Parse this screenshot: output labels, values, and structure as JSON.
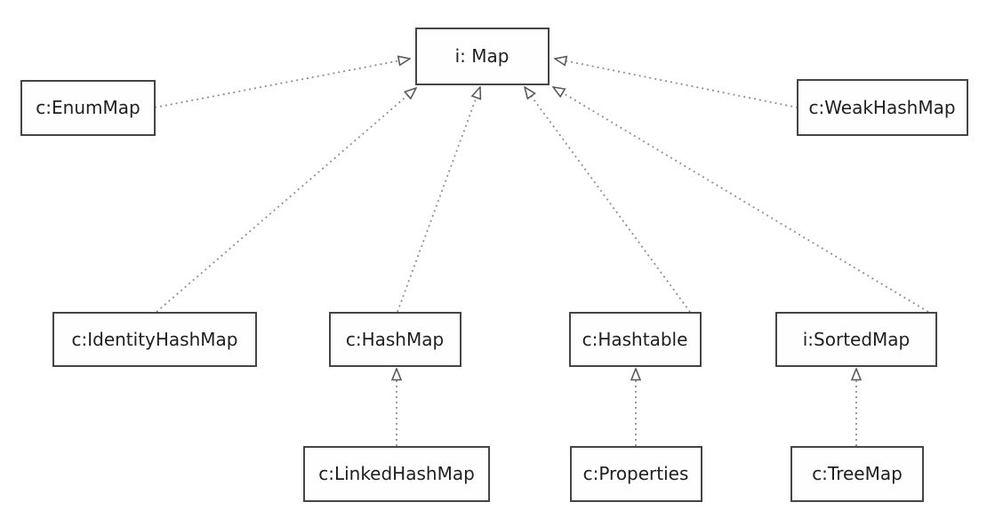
{
  "diagram": {
    "type": "uml-class-hierarchy",
    "subject": "Java Map interface hierarchy",
    "nodes": {
      "map": {
        "label": "i: Map"
      },
      "enummap": {
        "label": "c:EnumMap"
      },
      "weakhashmap": {
        "label": "c:WeakHashMap"
      },
      "identityhashmap": {
        "label": "c:IdentityHashMap"
      },
      "hashmap": {
        "label": "c:HashMap"
      },
      "hashtable": {
        "label": "c:Hashtable"
      },
      "sortedmap": {
        "label": "i:SortedMap"
      },
      "linkedhashmap": {
        "label": "c:LinkedHashMap"
      },
      "properties": {
        "label": "c:Properties"
      },
      "treemap": {
        "label": "c:TreeMap"
      }
    },
    "edges": [
      {
        "from": "c:EnumMap",
        "to": "i: Map",
        "style": "dotted-open-triangle"
      },
      {
        "from": "c:WeakHashMap",
        "to": "i: Map",
        "style": "dotted-open-triangle"
      },
      {
        "from": "c:IdentityHashMap",
        "to": "i: Map",
        "style": "dotted-open-triangle"
      },
      {
        "from": "c:HashMap",
        "to": "i: Map",
        "style": "dotted-open-triangle"
      },
      {
        "from": "c:Hashtable",
        "to": "i: Map",
        "style": "dotted-open-triangle"
      },
      {
        "from": "i:SortedMap",
        "to": "i: Map",
        "style": "dotted-open-triangle"
      },
      {
        "from": "c:LinkedHashMap",
        "to": "c:HashMap",
        "style": "dotted-open-triangle"
      },
      {
        "from": "c:Properties",
        "to": "c:Hashtable",
        "style": "dotted-open-triangle"
      },
      {
        "from": "c:TreeMap",
        "to": "i:SortedMap",
        "style": "dotted-open-triangle"
      }
    ],
    "colors": {
      "background": "#ffffff",
      "node_border": "#454545",
      "node_fill": "#fefefe",
      "edge_line": "#8f8f8f",
      "text": "#1f1f1f"
    }
  }
}
